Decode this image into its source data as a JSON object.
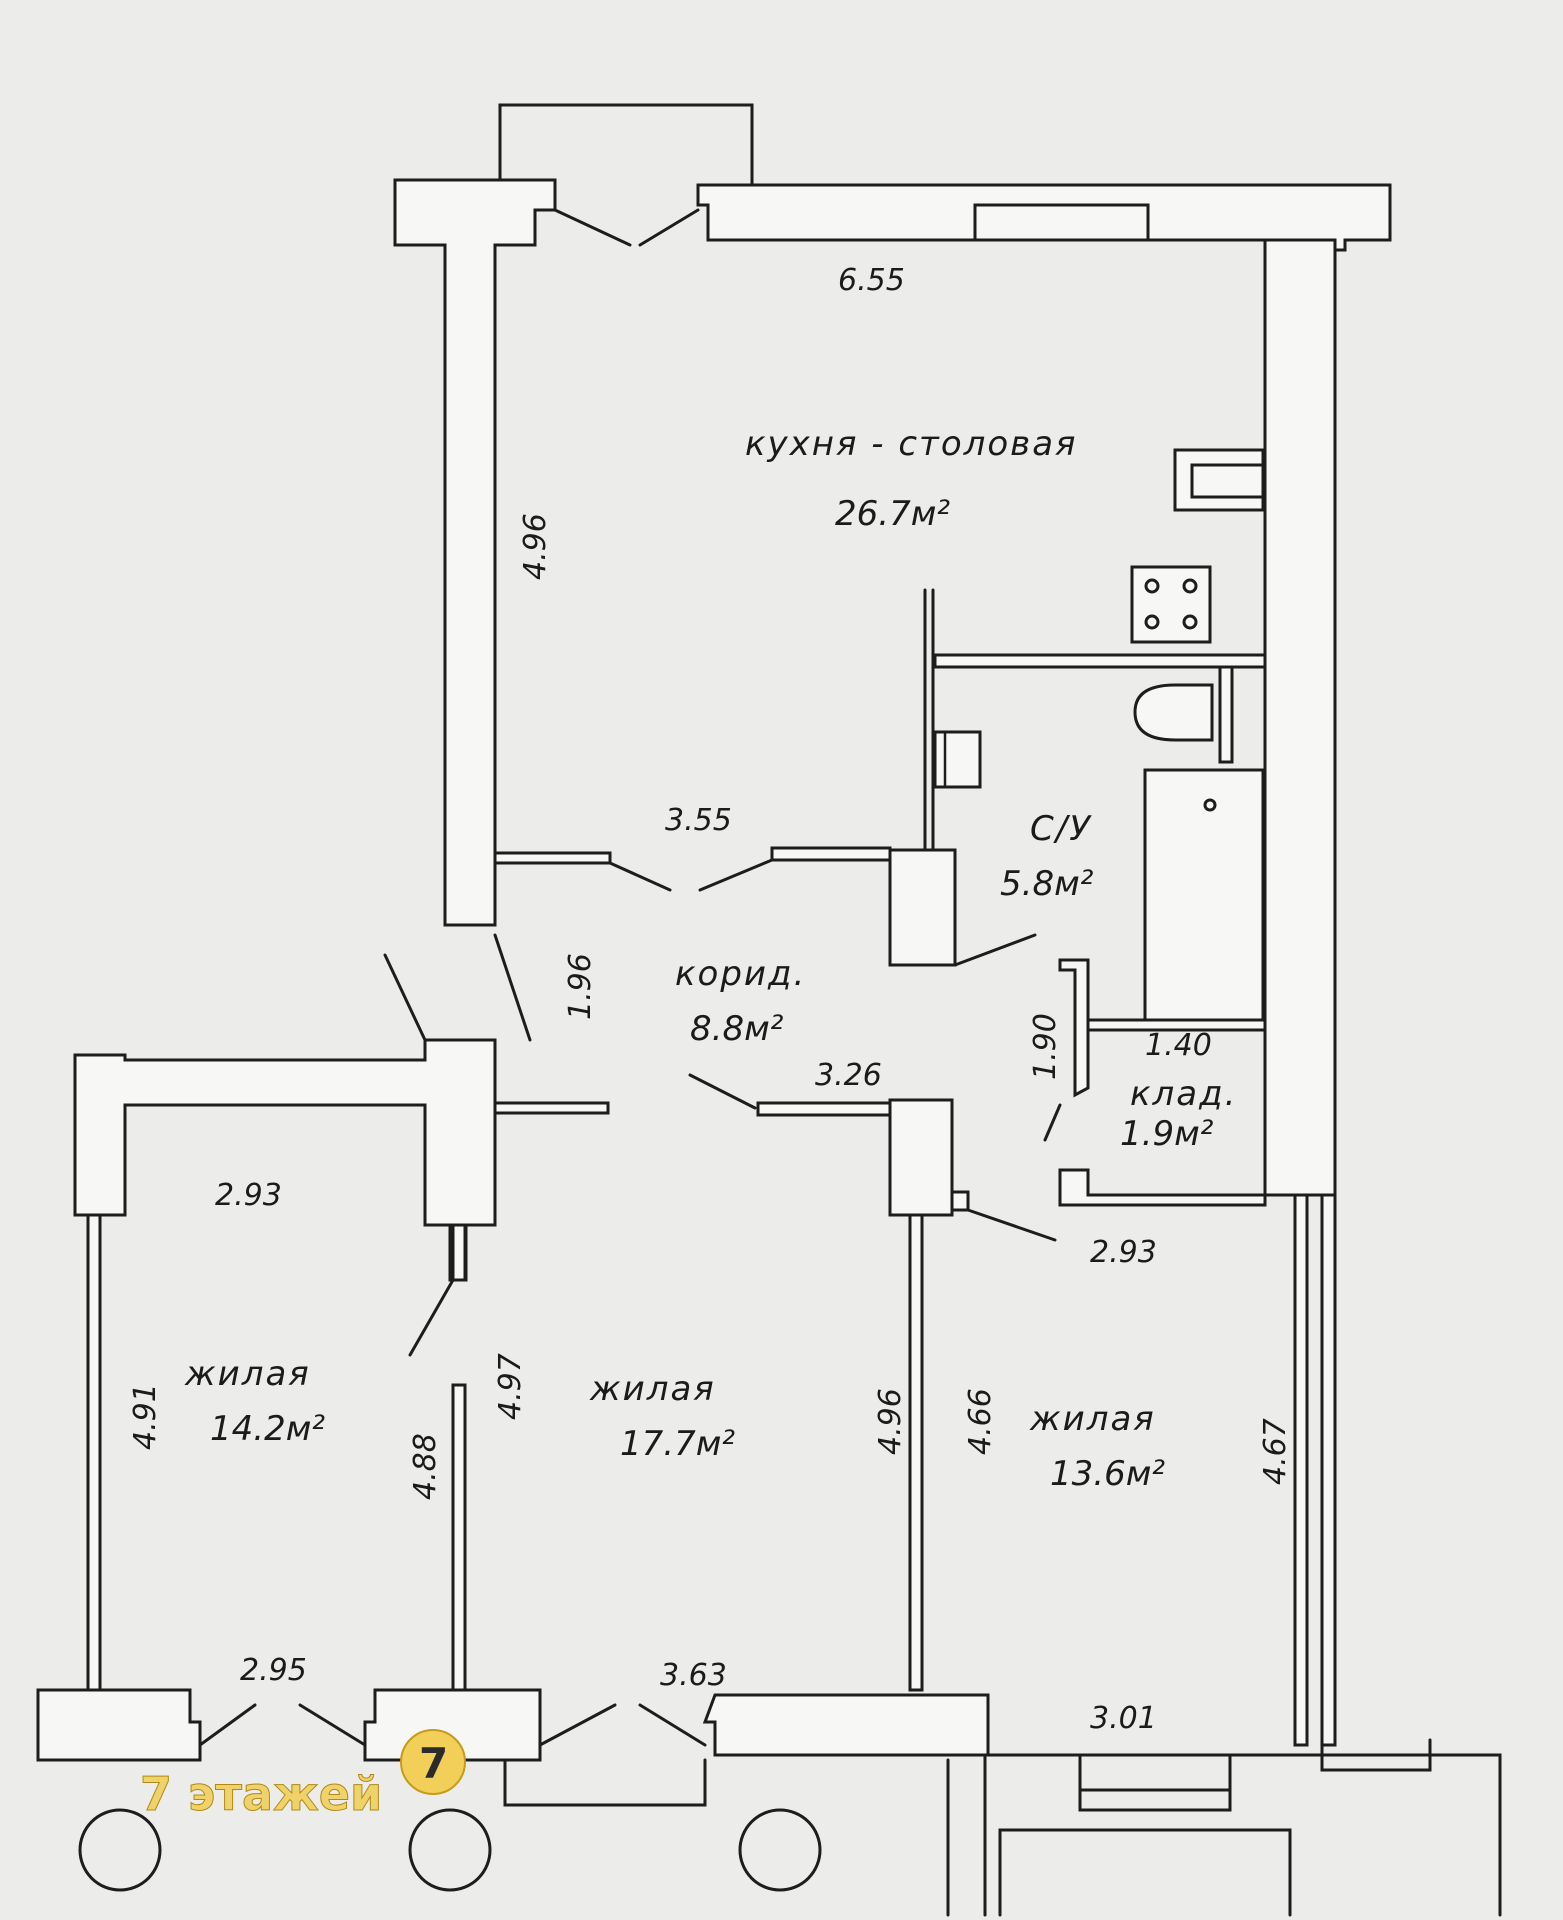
{
  "rooms": {
    "kitchen": {
      "label": "кухня - столовая",
      "area": "26.7м²"
    },
    "bathroom": {
      "label": "С/У",
      "area": "5.8м²"
    },
    "corridor": {
      "label": "корид.",
      "area": "8.8м²"
    },
    "storage": {
      "label": "клад.",
      "area": "1.9м²"
    },
    "living_left": {
      "label": "жилая",
      "area": "14.2м²"
    },
    "living_middle": {
      "label": "жилая",
      "area": "17.7м²"
    },
    "living_right": {
      "label": "жилая",
      "area": "13.6м²"
    }
  },
  "dimensions": {
    "kitchen_width": "6.55",
    "kitchen_depth": "4.96",
    "kitchen_inner": "3.55",
    "corridor_depth": "1.96",
    "corridor_width": "3.26",
    "storage_depth": "1.90",
    "storage_width": "1.40",
    "living_left_width": "2.93",
    "living_right_width": "2.93",
    "living_left_depth": "4.91",
    "living_left_inner": "4.88",
    "living_mid_left": "4.97",
    "living_mid_right": "4.96",
    "living_right_left": "4.66",
    "living_right_right": "4.67",
    "window_left": "2.95",
    "window_middle": "3.63",
    "window_right": "3.01"
  },
  "watermark": {
    "brand": "7 этажей",
    "logo": "7"
  }
}
